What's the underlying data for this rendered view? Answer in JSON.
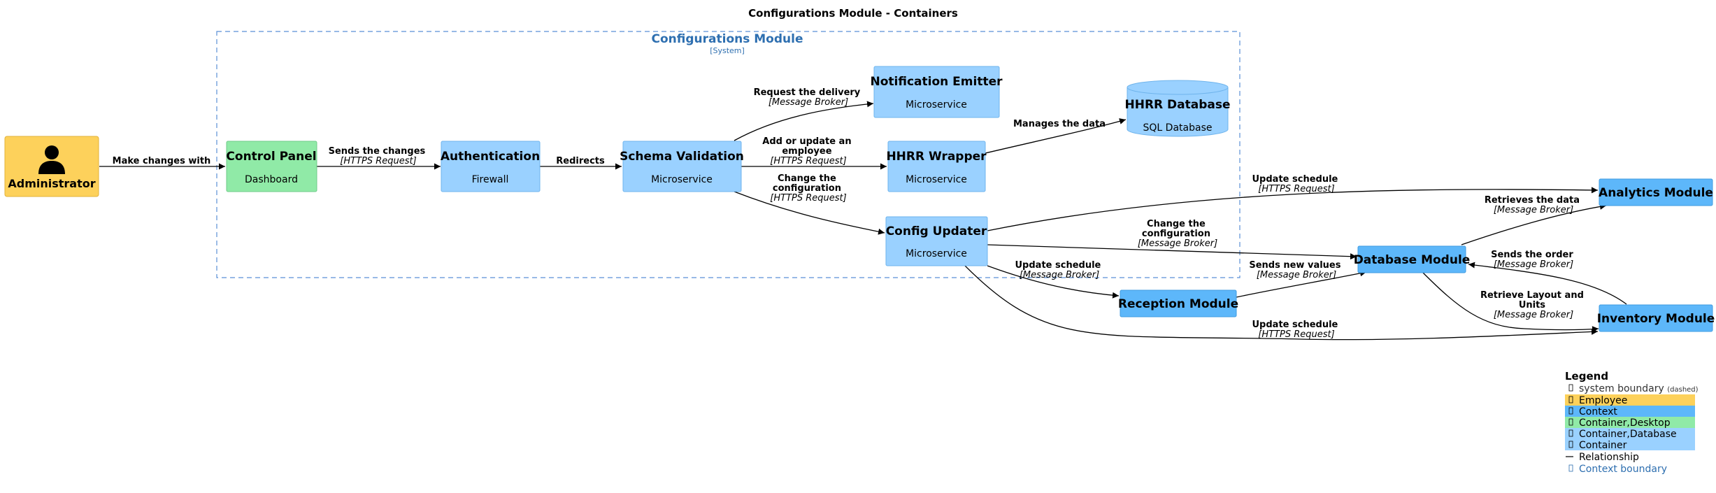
{
  "title": "Configurations Module - Containers",
  "boundary": {
    "label": "Configurations Module",
    "type": "[System]"
  },
  "colors": {
    "person": "#FDD15B",
    "desktop": "#90EAA7",
    "container": "#9AD1FF",
    "context": "#5DB7FA",
    "boundary_text": "#2E6FB0",
    "boundary_line": "#5B8FD6",
    "edge": "#000000"
  },
  "nodes": {
    "administrator": {
      "name": "Administrator",
      "icon": "person-icon"
    },
    "control_panel": {
      "name": "Control Panel",
      "tech": "Dashboard"
    },
    "authentication": {
      "name": "Authentication",
      "tech": "Firewall"
    },
    "schema_validation": {
      "name": "Schema Validation",
      "tech": "Microservice"
    },
    "notification_emitter": {
      "name": "Notification Emitter",
      "tech": "Microservice"
    },
    "hhrr_wrapper": {
      "name": "HHRR Wrapper",
      "tech": "Microservice"
    },
    "hhrr_database": {
      "name": "HHRR Database",
      "tech": "SQL Database"
    },
    "config_updater": {
      "name": "Config Updater",
      "tech": "Microservice"
    },
    "analytics_module": {
      "name": "Analytics Module"
    },
    "database_module": {
      "name": "Database Module"
    },
    "reception_module": {
      "name": "Reception Module"
    },
    "inventory_module": {
      "name": "Inventory Module"
    }
  },
  "edges": {
    "admin_cp": {
      "label": [
        "Make changes with"
      ]
    },
    "cp_auth": {
      "label": [
        "Sends the changes"
      ],
      "tech": "[HTTPS Request]"
    },
    "auth_sv": {
      "label": [
        "Redirects"
      ]
    },
    "sv_ne": {
      "label": [
        "Request the delivery"
      ],
      "tech": "[Message Broker]"
    },
    "sv_hw": {
      "label": [
        "Add or update an",
        "employee"
      ],
      "tech": "[HTTPS Request]"
    },
    "sv_cu": {
      "label": [
        "Change the",
        "configuration"
      ],
      "tech": "[HTTPS Request]"
    },
    "hw_db": {
      "label": [
        "Manages the data"
      ]
    },
    "cu_an": {
      "label": [
        "Update schedule"
      ],
      "tech": "[HTTPS Request]"
    },
    "cu_dbm": {
      "label": [
        "Change the",
        "configuration"
      ],
      "tech": "[Message Broker]"
    },
    "cu_rec": {
      "label": [
        "Update schedule"
      ],
      "tech": "[Message Broker]"
    },
    "cu_inv": {
      "label": [
        "Update schedule"
      ],
      "tech": "[HTTPS Request]"
    },
    "rec_dbm": {
      "label": [
        "Sends new values"
      ],
      "tech": "[Message Broker]"
    },
    "dbm_an": {
      "label": [
        "Retrieves the data"
      ],
      "tech": "[Message Broker]"
    },
    "dbm_inv": {
      "label": [
        "Retrieve Layout and",
        "Units"
      ],
      "tech": "[Message Broker]"
    },
    "inv_dbm": {
      "label": [
        "Sends the order"
      ],
      "tech": "[Message Broker]"
    }
  },
  "legend": {
    "title": "Legend",
    "items": [
      {
        "text": "system boundary",
        "note": "(dashed)",
        "swatch": ""
      },
      {
        "text": "Employee",
        "swatch": "#FDD15B"
      },
      {
        "text": "Context",
        "swatch": "#5DB7FA"
      },
      {
        "text": "Container,Desktop",
        "swatch": "#90EAA7"
      },
      {
        "text": "Container,Database",
        "swatch": "#9AD1FF"
      },
      {
        "text": "Container",
        "swatch": "#9AD1FF"
      },
      {
        "text": "Relationship",
        "swatch": "line"
      },
      {
        "text": "Context boundary",
        "swatch": "blue-text"
      }
    ]
  }
}
